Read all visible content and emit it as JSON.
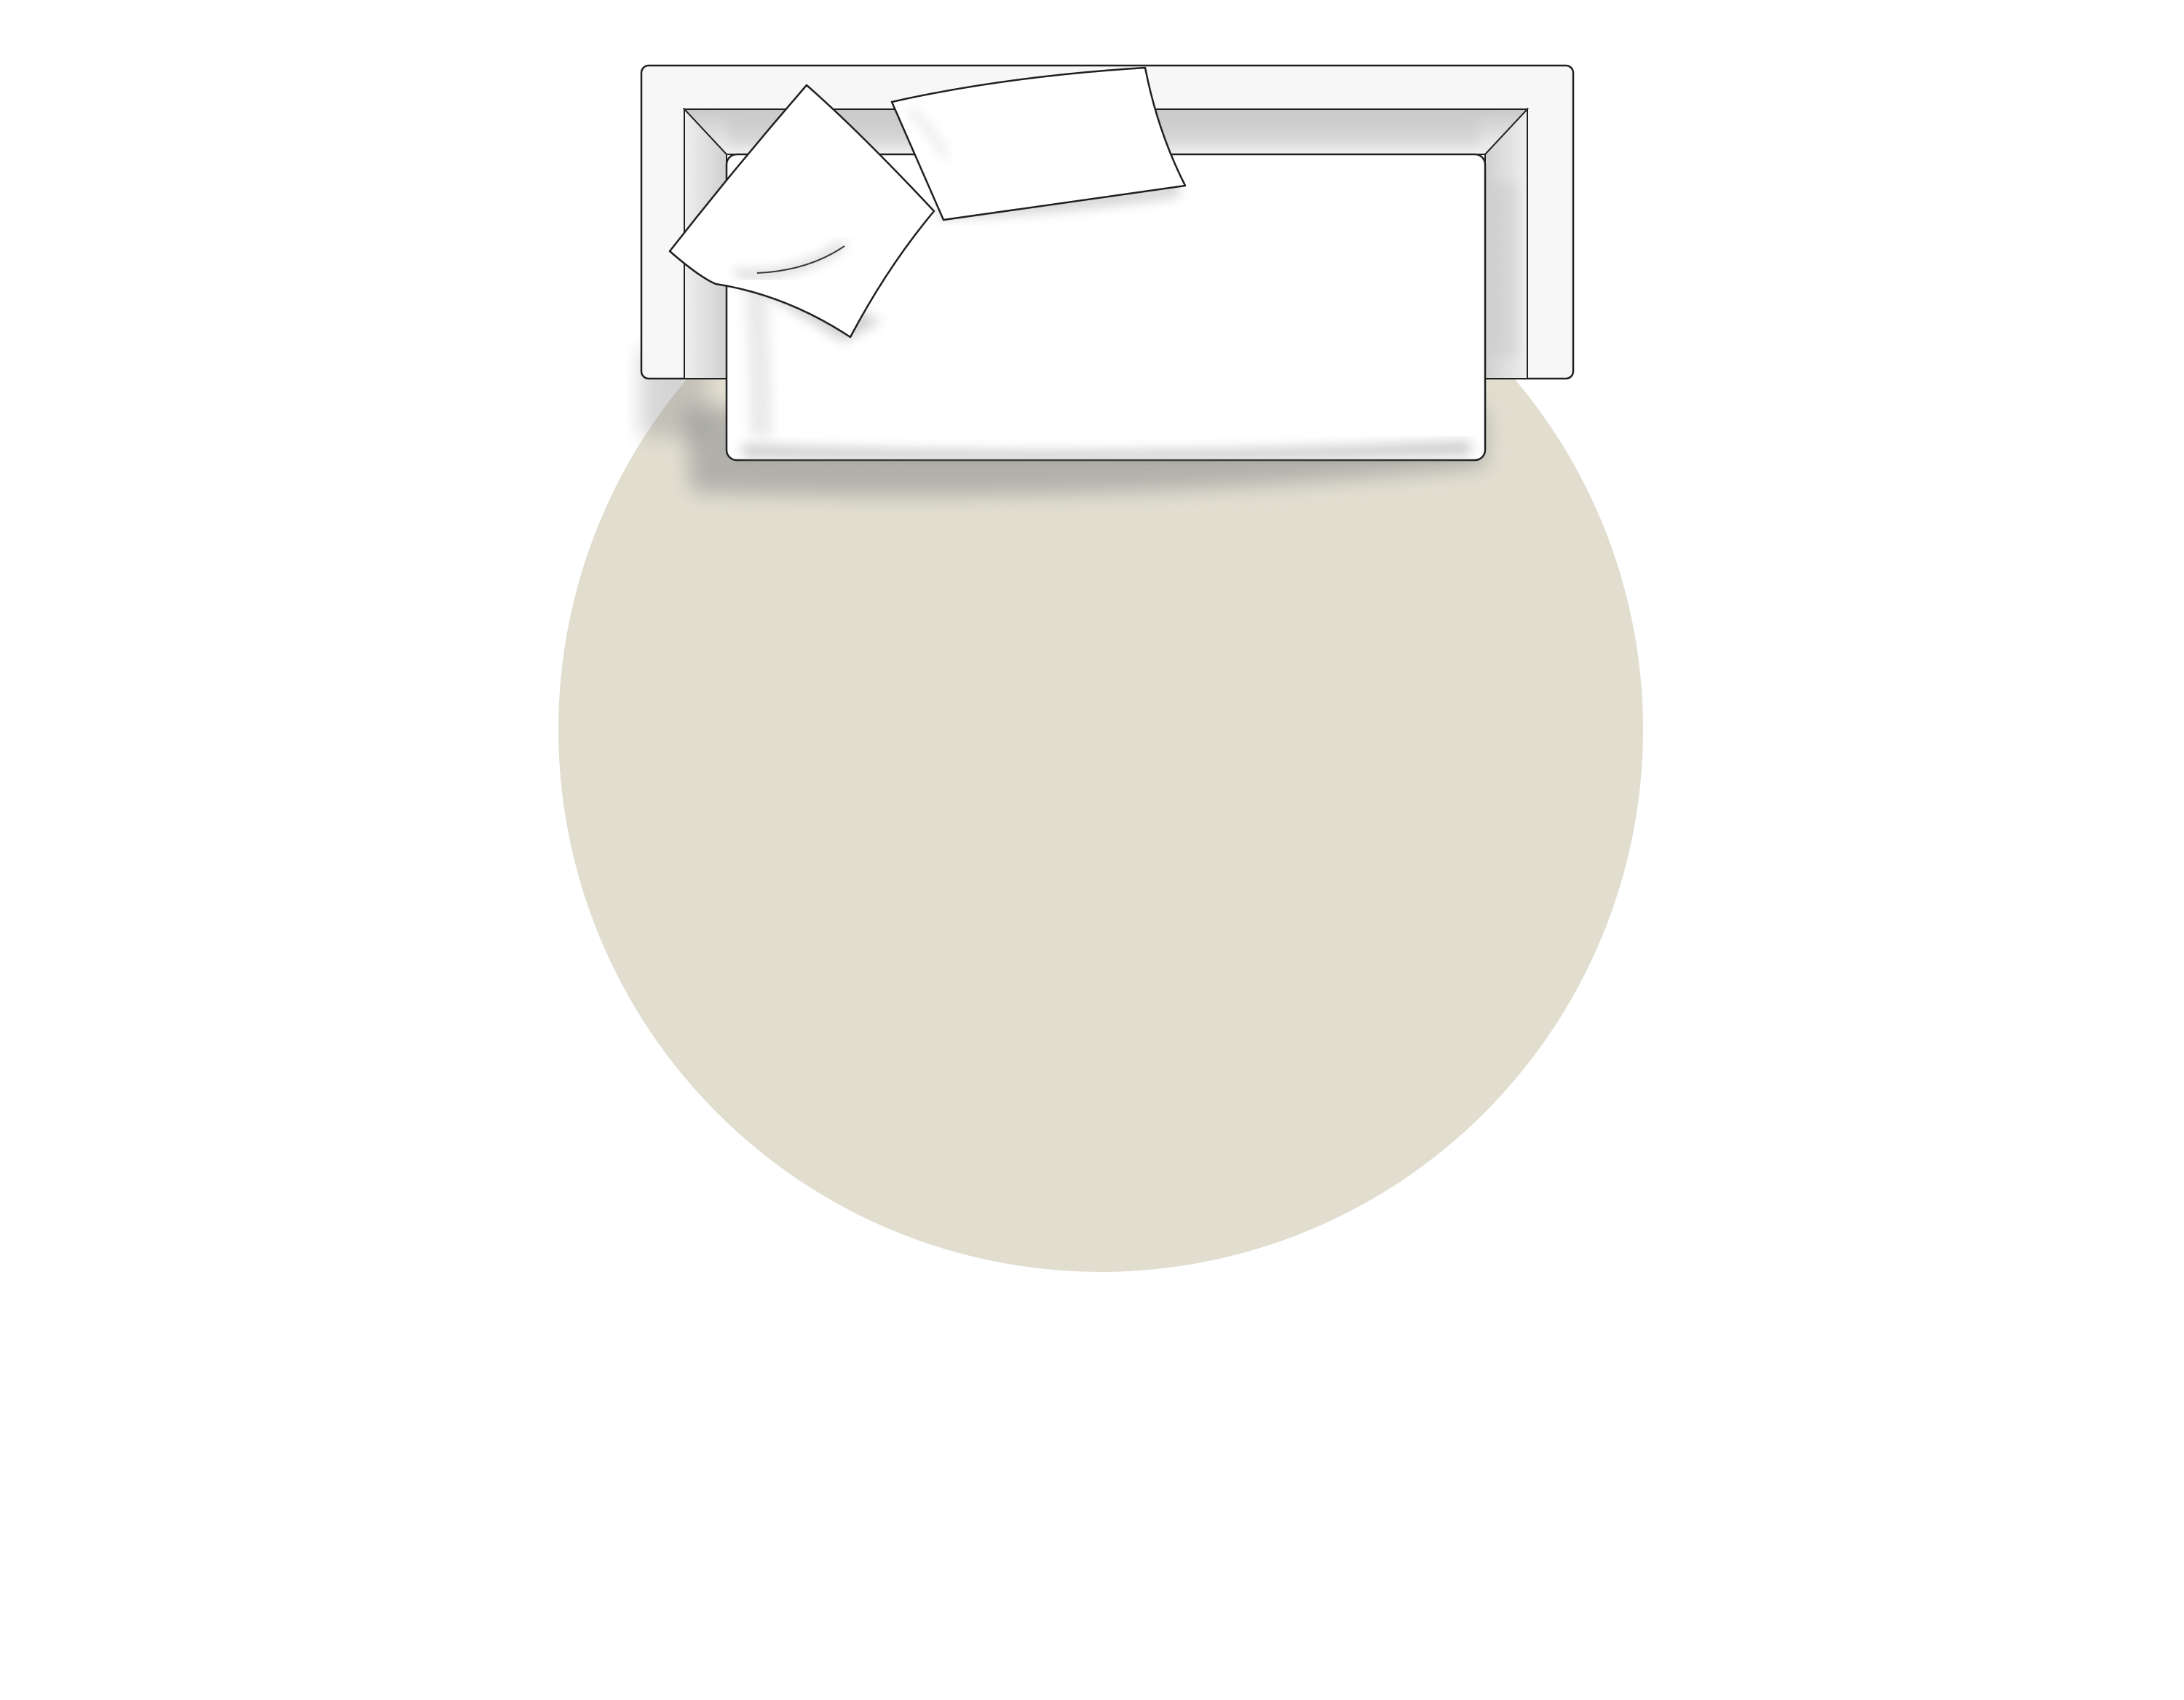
{
  "scene": {
    "background_color": "#ffffff",
    "rug": {
      "shape": "circle",
      "color": "#e1ded0"
    },
    "sofa": {
      "view": "top-down",
      "frame_color": "#f7f7f7",
      "seat_color": "#ffffff",
      "outline_color": "#1f1f1f",
      "shadow_color": "#8a8a8a",
      "pillow_count": 2
    }
  }
}
